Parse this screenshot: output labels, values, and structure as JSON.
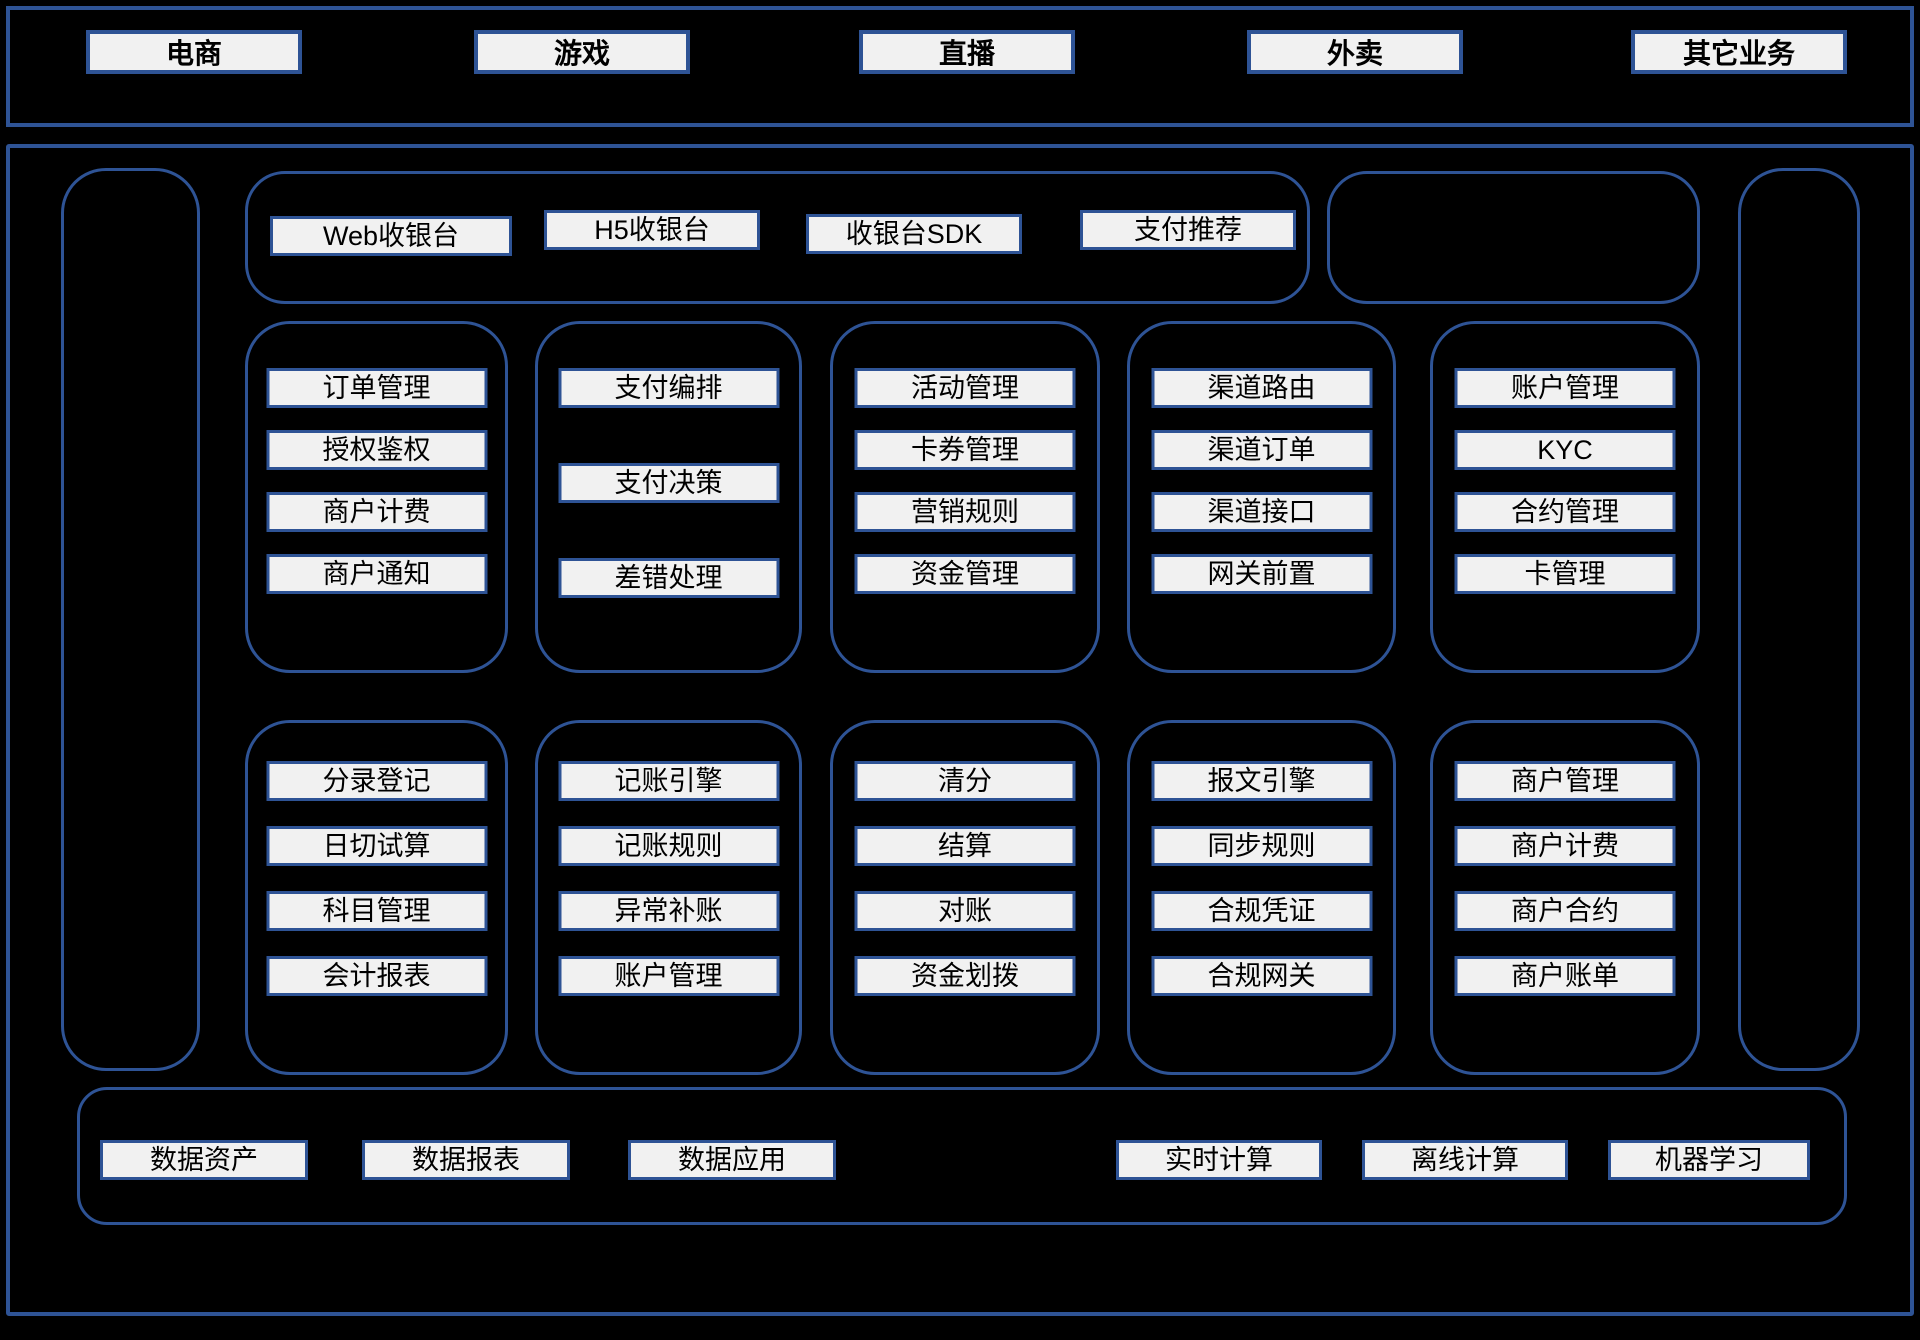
{
  "colors": {
    "background": "#000000",
    "border_blue": "#2e5395",
    "box_fill": "#f1f1f1",
    "text": "#000000"
  },
  "business_layer": {
    "items": [
      "电商",
      "游戏",
      "直播",
      "外卖",
      "其它业务"
    ]
  },
  "checkout_group": {
    "items": [
      "Web收银台",
      "H5收银台",
      "收银台SDK",
      "支付推荐"
    ]
  },
  "payment_groups": [
    {
      "items": [
        "订单管理",
        "授权鉴权",
        "商户计费",
        "商户通知"
      ]
    },
    {
      "items": [
        "支付编排",
        "支付决策",
        "差错处理"
      ]
    },
    {
      "items": [
        "活动管理",
        "卡券管理",
        "营销规则",
        "资金管理"
      ]
    },
    {
      "items": [
        "渠道路由",
        "渠道订单",
        "渠道接口",
        "网关前置"
      ]
    },
    {
      "items": [
        "账户管理",
        "KYC",
        "合约管理",
        "卡管理"
      ]
    }
  ],
  "accounting_groups": [
    {
      "items": [
        "分录登记",
        "日切试算",
        "科目管理",
        "会计报表"
      ]
    },
    {
      "items": [
        "记账引擎",
        "记账规则",
        "异常补账",
        "账户管理"
      ]
    },
    {
      "items": [
        "清分",
        "结算",
        "对账",
        "资金划拨"
      ]
    },
    {
      "items": [
        "报文引擎",
        "同步规则",
        "合规凭证",
        "合规网关"
      ]
    },
    {
      "items": [
        "商户管理",
        "商户计费",
        "商户合约",
        "商户账单"
      ]
    }
  ],
  "data_layer": {
    "left_items": [
      "数据资产",
      "数据报表",
      "数据应用"
    ],
    "right_items": [
      "实时计算",
      "离线计算",
      "机器学习"
    ]
  }
}
